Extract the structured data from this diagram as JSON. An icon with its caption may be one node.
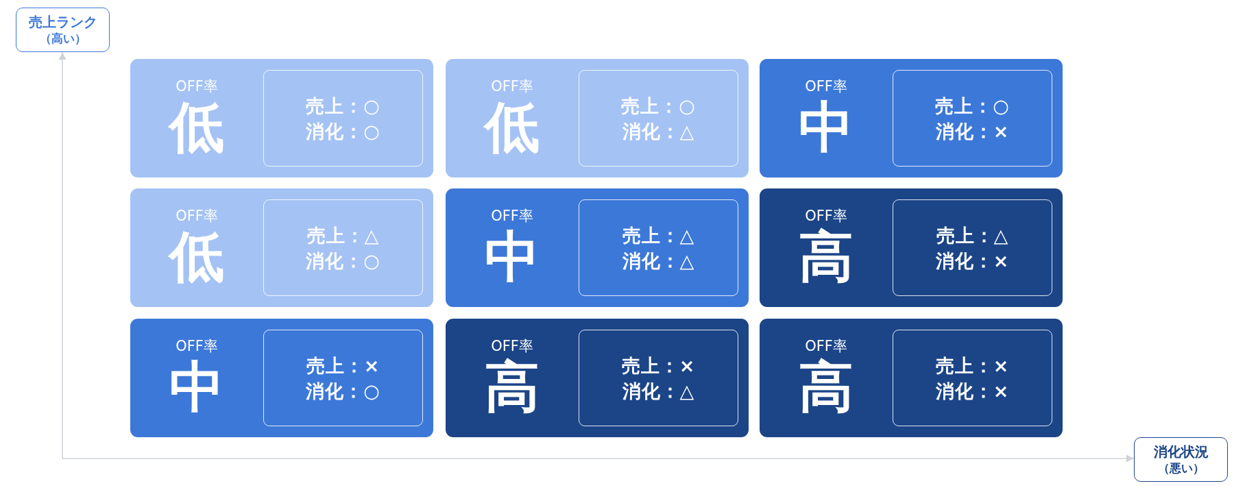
{
  "diagram": {
    "nodes": [
      {
        "text": [
          "売上ランク",
          "（高い）"
        ]
      },
      {
        "text": [
          "OFF率",
          "低"
        ]
      },
      {
        "text": [
          "売上：○",
          "消化：○"
        ],
        "in": 1
      },
      {
        "text": [
          "OFF率",
          "低"
        ]
      },
      {
        "text": [
          "売上：○",
          "消化：△"
        ],
        "in": 3
      },
      {
        "text": [
          "OFF率",
          "中"
        ]
      },
      {
        "text": [
          "売上：○",
          "消化：×"
        ],
        "in": 5
      },
      {
        "text": [
          "OFF率",
          "低"
        ]
      },
      {
        "text": [
          "売上：△",
          "消化：○"
        ],
        "in": 7
      },
      {
        "text": [
          "OFF率",
          "中"
        ]
      },
      {
        "text": [
          "売上：△",
          "消化：△"
        ],
        "in": 9
      },
      {
        "text": [
          "OFF率",
          "高"
        ]
      },
      {
        "text": [
          "売上：△",
          "消化：×"
        ],
        "in": 11
      },
      {
        "text": [
          "OFF率",
          "中"
        ]
      },
      {
        "text": [
          "売上：×",
          "消化：○"
        ],
        "in": 13
      },
      {
        "text": [
          "OFF率",
          "高"
        ]
      },
      {
        "text": [
          "売上：×",
          "消化：△"
        ],
        "in": 15
      },
      {
        "text": [
          "OFF率",
          "高"
        ]
      },
      {
        "text": [
          "売上：×",
          "消化：×"
        ],
        "in": 17
      },
      {
        "text": [
          "消化状況",
          "（悪い）"
        ]
      }
    ],
    "edges": [
      {
        "from": null,
        "to": 0,
        "arrow": "to"
      },
      {
        "from": null,
        "to": 19,
        "arrow": "to"
      }
    ]
  }
}
